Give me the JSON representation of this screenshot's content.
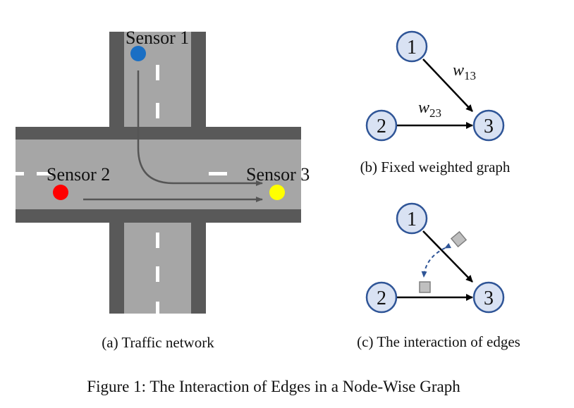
{
  "panel_a": {
    "sensor_1": "Sensor 1",
    "sensor_2": "Sensor 2",
    "sensor_3": "Sensor 3",
    "caption": "(a) Traffic network",
    "sensor_colors": {
      "sensor_1": "#1a6fc4",
      "sensor_2": "#ff0000",
      "sensor_3": "#ffff00"
    }
  },
  "panel_b": {
    "node_1": "1",
    "node_2": "2",
    "node_3": "3",
    "w13_base": "w",
    "w13_sub": "13",
    "w23_base": "w",
    "w23_sub": "23",
    "caption": "(b) Fixed weighted graph"
  },
  "panel_c": {
    "node_1": "1",
    "node_2": "2",
    "node_3": "3",
    "caption": "(c) The interaction of edges"
  },
  "figure_caption": "Figure 1: The Interaction of Edges in a Node-Wise Graph",
  "colors": {
    "node_fill": "#d9e2f3",
    "node_stroke": "#2f5597",
    "road": "#a6a6a6",
    "road_edge": "#595959",
    "dash_arrow": "#2f5597"
  }
}
